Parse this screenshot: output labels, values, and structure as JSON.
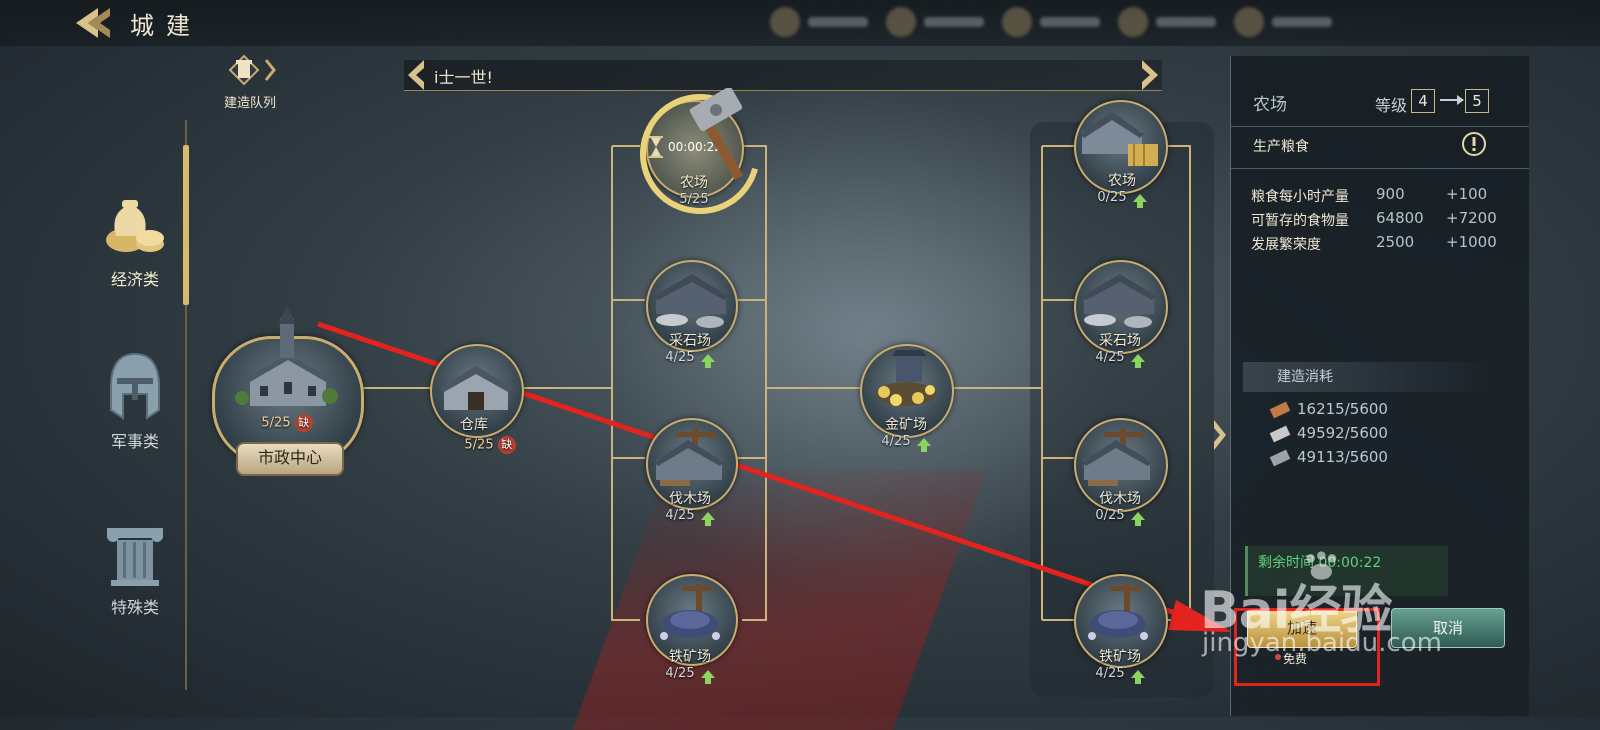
{
  "header": {
    "title": "城建"
  },
  "queue": {
    "label": "建造队列"
  },
  "notice": {
    "text": "i士一世!"
  },
  "tabs": [
    {
      "label": "经济类",
      "active": true
    },
    {
      "label": "军事类",
      "active": false
    },
    {
      "label": "特殊类",
      "active": false
    }
  ],
  "nodes": {
    "municipal": {
      "label": "市政中心",
      "level": "5/25",
      "badge": "缺"
    },
    "warehouse": {
      "name": "仓库",
      "level": "5/25",
      "badge": "缺"
    },
    "farm1": {
      "name": "农场",
      "level": "5/25",
      "timer": "00:00:22"
    },
    "quarry1": {
      "name": "采石场",
      "level": "4/25"
    },
    "lumber1": {
      "name": "伐木场",
      "level": "4/25"
    },
    "iron1": {
      "name": "铁矿场",
      "level": "4/25"
    },
    "gold": {
      "name": "金矿场",
      "level": "4/25"
    },
    "farm2": {
      "name": "农场",
      "level": "0/25"
    },
    "quarry2": {
      "name": "采石场",
      "level": "4/25"
    },
    "lumber2": {
      "name": "伐木场",
      "level": "0/25"
    },
    "iron2": {
      "name": "铁矿场",
      "level": "4/25"
    }
  },
  "panel": {
    "name": "农场",
    "level_label": "等级",
    "level_from": "4",
    "level_to": "5",
    "desc": "生产粮食",
    "stats": [
      {
        "label": "粮食每小时产量",
        "value": "900",
        "delta": "+100"
      },
      {
        "label": "可暂存的食物量",
        "value": "64800",
        "delta": "+7200"
      },
      {
        "label": "发展繁荣度",
        "value": "2500",
        "delta": "+1000"
      }
    ],
    "cost_header": "建造消耗",
    "costs": [
      {
        "value": "16215/5600",
        "color": "#c07a45",
        "icon": "wood-icon"
      },
      {
        "value": "49592/5600",
        "color": "#c9c9c9",
        "icon": "stone-icon"
      },
      {
        "value": "49113/5600",
        "color": "#9ea3a8",
        "icon": "iron-icon"
      }
    ],
    "remain_label": "剩余时间 00:00:22",
    "speed_button": "加速",
    "cancel_button": "取消",
    "free_label": "免费"
  },
  "watermark": {
    "brand": "Bai经验",
    "url": "jingyan.baidu.com"
  },
  "colors": {
    "gold": "#c9ac6e",
    "upgrade": "#8cd45f",
    "annotation": "#e3241e"
  }
}
